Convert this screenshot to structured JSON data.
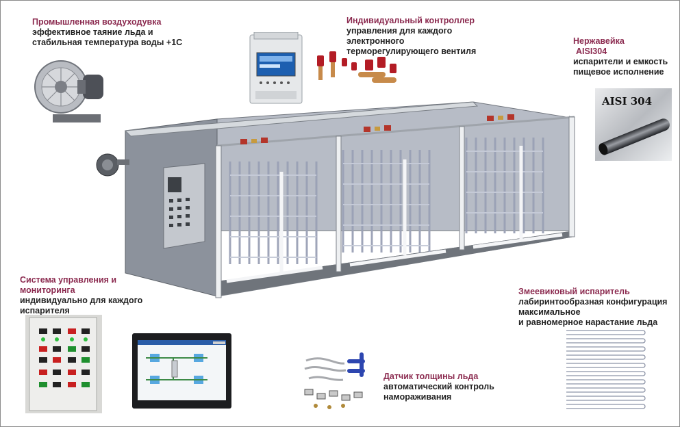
{
  "captions": {
    "blower": {
      "title": "Промышленная воздуходувка",
      "lines": [
        "эффективное таяние льда и",
        "стабильная температура воды +1С"
      ]
    },
    "controller": {
      "title": "Индивидуальный контроллер",
      "lines": [
        "управления для каждого",
        "электронного",
        "терморегулирующего вентиля"
      ]
    },
    "steel": {
      "title": "Нержавейка",
      "title2": "AISI304",
      "lines": [
        "испарители и емкость",
        "пищевое исполнение"
      ]
    },
    "control_system": {
      "title_lines": [
        "Система управления и",
        "мониторинга"
      ],
      "lines": [
        "индивидуально для каждого",
        "испарителя"
      ]
    },
    "coil": {
      "title": "Змеевиковый испаритель",
      "lines": [
        "лабиринтообразная конфигурация",
        "максимальное",
        "и равномерное нарастание льда"
      ]
    },
    "sensor": {
      "title": "Датчик толщины льда",
      "lines": [
        "автоматический контроль",
        "намораживания"
      ]
    }
  },
  "pipe_label": "AISI 304",
  "colors": {
    "caption_title": "#8b2a4f",
    "caption_text": "#222222",
    "tank_metal": "#8a8f99",
    "coil": "#a9b0c2"
  }
}
